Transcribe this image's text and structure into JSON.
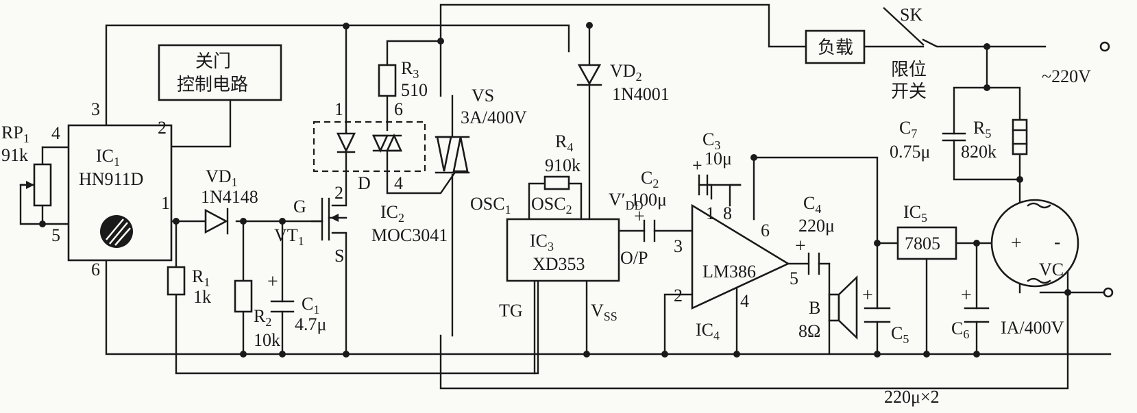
{
  "ic1": {
    "name": "IC",
    "sub": "1",
    "part": "HN911D",
    "pins": {
      "p1": "1",
      "p2": "2",
      "p3": "3",
      "p4": "4",
      "p5": "5",
      "p6": "6"
    }
  },
  "door_control": {
    "line1": "关门",
    "line2": "控制电路"
  },
  "rp1": {
    "name": "RP",
    "sub": "1",
    "value": "91k"
  },
  "vd1": {
    "name": "VD",
    "sub": "1",
    "part": "1N4148"
  },
  "r1": {
    "name": "R",
    "sub": "1",
    "value": "1k"
  },
  "r2": {
    "name": "R",
    "sub": "2",
    "value": "10k"
  },
  "c1": {
    "name": "C",
    "sub": "1",
    "value": "4.7μ"
  },
  "vt1": {
    "name": "VT",
    "sub": "1",
    "gate": "G",
    "source": "S"
  },
  "r3": {
    "name": "R",
    "sub": "3",
    "value": "510"
  },
  "ic2": {
    "name": "IC",
    "sub": "2",
    "part": "MOC3041",
    "pin1": "1",
    "pin2": "2",
    "pin4": "4",
    "pin6": "6",
    "d": "D"
  },
  "vs": {
    "name": "VS",
    "value": "3A/400V"
  },
  "vd2": {
    "name": "VD",
    "sub": "2",
    "part": "1N4001"
  },
  "r4": {
    "name": "R",
    "sub": "4",
    "value": "910k"
  },
  "ic3": {
    "name": "IC",
    "sub": "3",
    "part": "XD353",
    "osc1": "OSC",
    "osc1_sub": "1",
    "osc2": "OSC",
    "osc2_sub": "2",
    "vdd": "V′",
    "vdd_sub": "DD",
    "op": "O/P",
    "tg": "TG",
    "vss": "V",
    "vss_sub": "SS"
  },
  "c2": {
    "name": "C",
    "sub": "2",
    "value": "100μ"
  },
  "c3": {
    "name": "C",
    "sub": "3",
    "value": "10μ"
  },
  "ic4": {
    "name": "IC",
    "sub": "4",
    "part": "LM386",
    "pin1": "1",
    "pin2": "2",
    "pin3": "3",
    "pin4": "4",
    "pin5": "5",
    "pin6": "6",
    "pin8": "8"
  },
  "c4": {
    "name": "C",
    "sub": "4",
    "value": "220μ"
  },
  "speaker": {
    "name": "B",
    "value": "8Ω"
  },
  "c5": {
    "name": "C",
    "sub": "5"
  },
  "c56_note": "220μ×2",
  "ic5": {
    "name": "IC",
    "sub": "5",
    "part": "7805"
  },
  "c6": {
    "name": "C",
    "sub": "6"
  },
  "vc": {
    "name": "VC",
    "value": "IA/400V"
  },
  "c7": {
    "name": "C",
    "sub": "7",
    "value": "0.75μ"
  },
  "r5": {
    "name": "R",
    "sub": "5",
    "value": "820k"
  },
  "load": {
    "label": "负载"
  },
  "sk": {
    "name": "SK",
    "line1": "限位",
    "line2": "开关"
  },
  "mains": {
    "label": "~220V"
  },
  "plus": "+",
  "minus": "-"
}
